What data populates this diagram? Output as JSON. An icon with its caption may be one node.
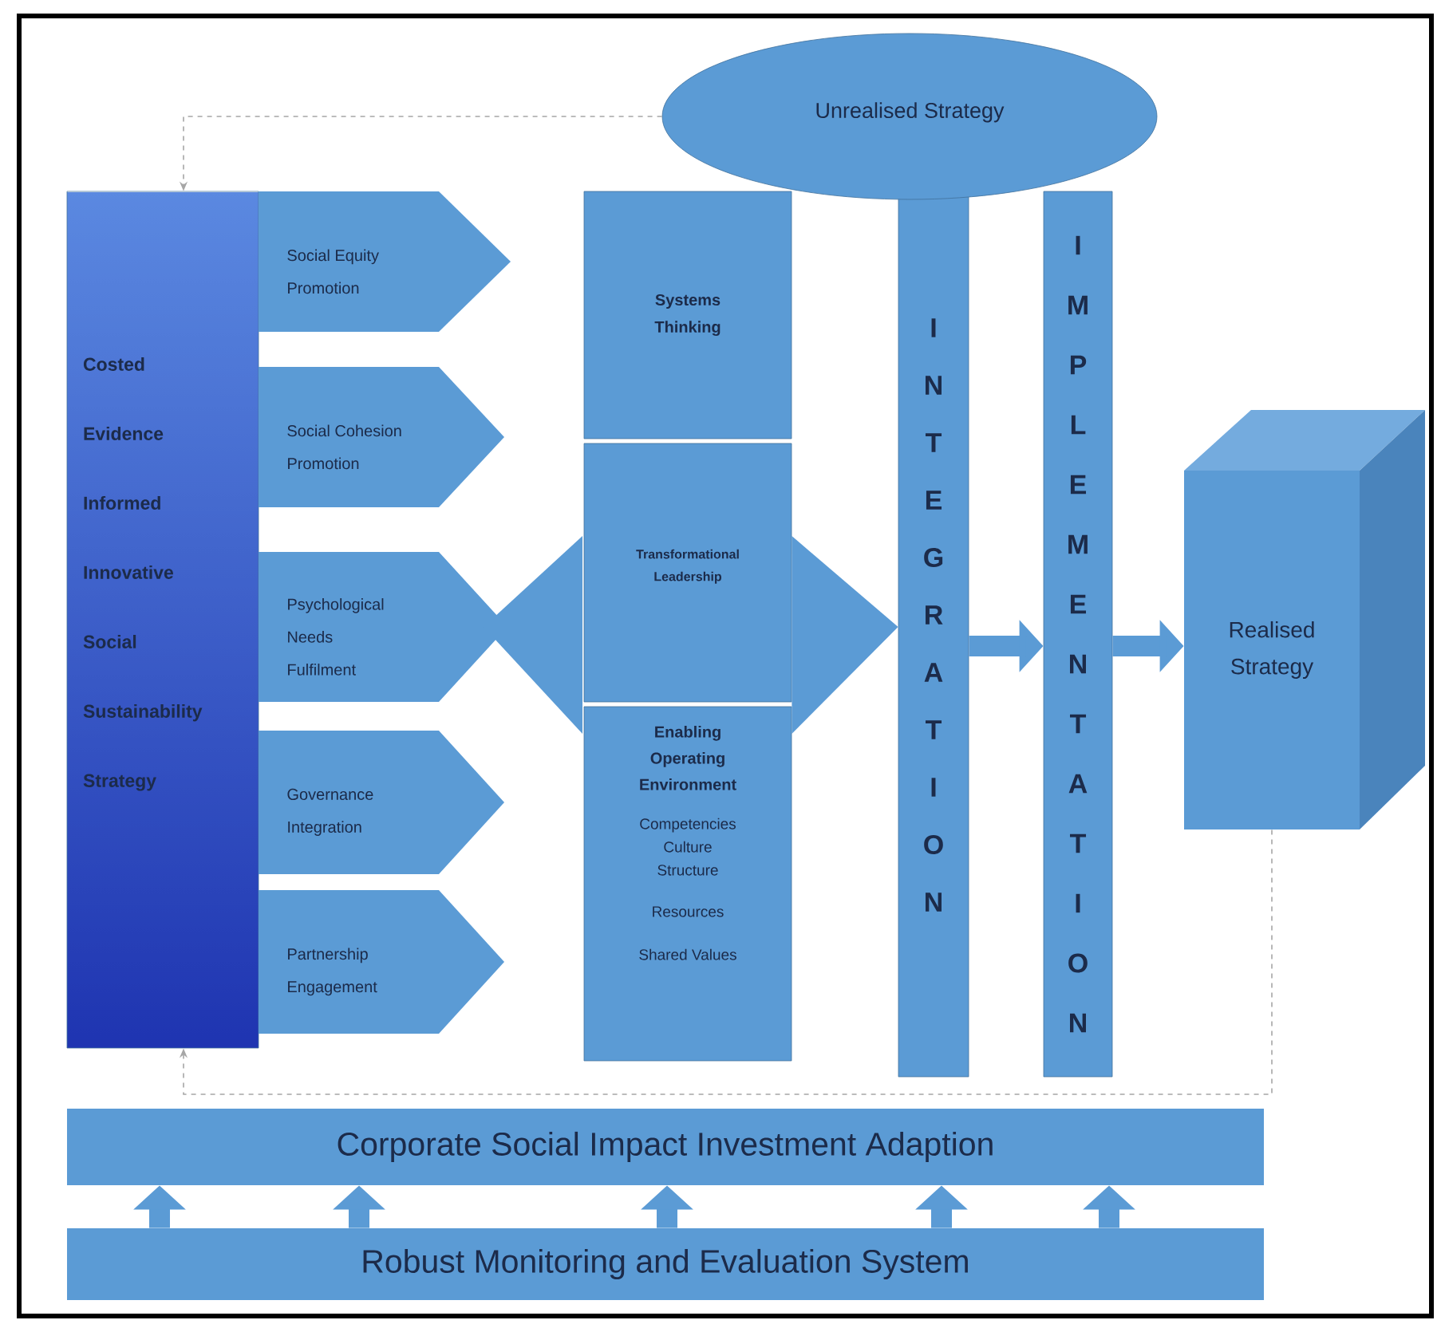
{
  "diagram": {
    "nodes": [
      {
        "text": [
          "Unrealised Strategy"
        ]
      },
      {
        "text": [
          "Costed Evidence Informed Innovative Social Sustainability Strategy"
        ]
      },
      {
        "text": [
          "Social Equity Promotion"
        ]
      },
      {
        "text": [
          "Social Cohesion Promotion"
        ]
      },
      {
        "text": [
          "Psychological Needs Fulfilment"
        ]
      },
      {
        "text": [
          "Governance Integration"
        ]
      },
      {
        "text": [
          "Partnership Engagement"
        ]
      },
      {
        "text": [
          "Systems Thinking"
        ]
      },
      {
        "text": [
          "Transformational Leadership"
        ]
      },
      {
        "text": [
          "Enabling Operating Environment",
          "Competencies Culture Structure",
          "Resources",
          "Shared Values"
        ]
      },
      {
        "text": [
          "INTEGRATION"
        ]
      },
      {
        "text": [
          "IMPLEMENTATION"
        ]
      },
      {
        "text": [
          "Realised Strategy"
        ]
      },
      {
        "text": [
          "Corporate Social Impact Investment Adaption"
        ]
      },
      {
        "text": [
          "Robust Monitoring and Evaluation System"
        ]
      }
    ],
    "edges": [
      {
        "from": 0,
        "to": 1,
        "arrow": "to",
        "style": "dashed"
      },
      {
        "from": 12,
        "to": 1,
        "arrow": "to",
        "style": "dashed"
      },
      {
        "from": 8,
        "to": 10,
        "arrow": "to",
        "style": "thick"
      },
      {
        "from": 10,
        "to": 11,
        "arrow": "to"
      },
      {
        "from": 11,
        "to": 12,
        "arrow": "to"
      },
      {
        "from": 14,
        "to": 13,
        "arrow": "to"
      },
      {
        "from": 14,
        "to": 13,
        "arrow": "to"
      },
      {
        "from": 14,
        "to": 13,
        "arrow": "to"
      },
      {
        "from": 14,
        "to": 13,
        "arrow": "to"
      },
      {
        "from": 14,
        "to": 13,
        "arrow": "to"
      }
    ]
  }
}
